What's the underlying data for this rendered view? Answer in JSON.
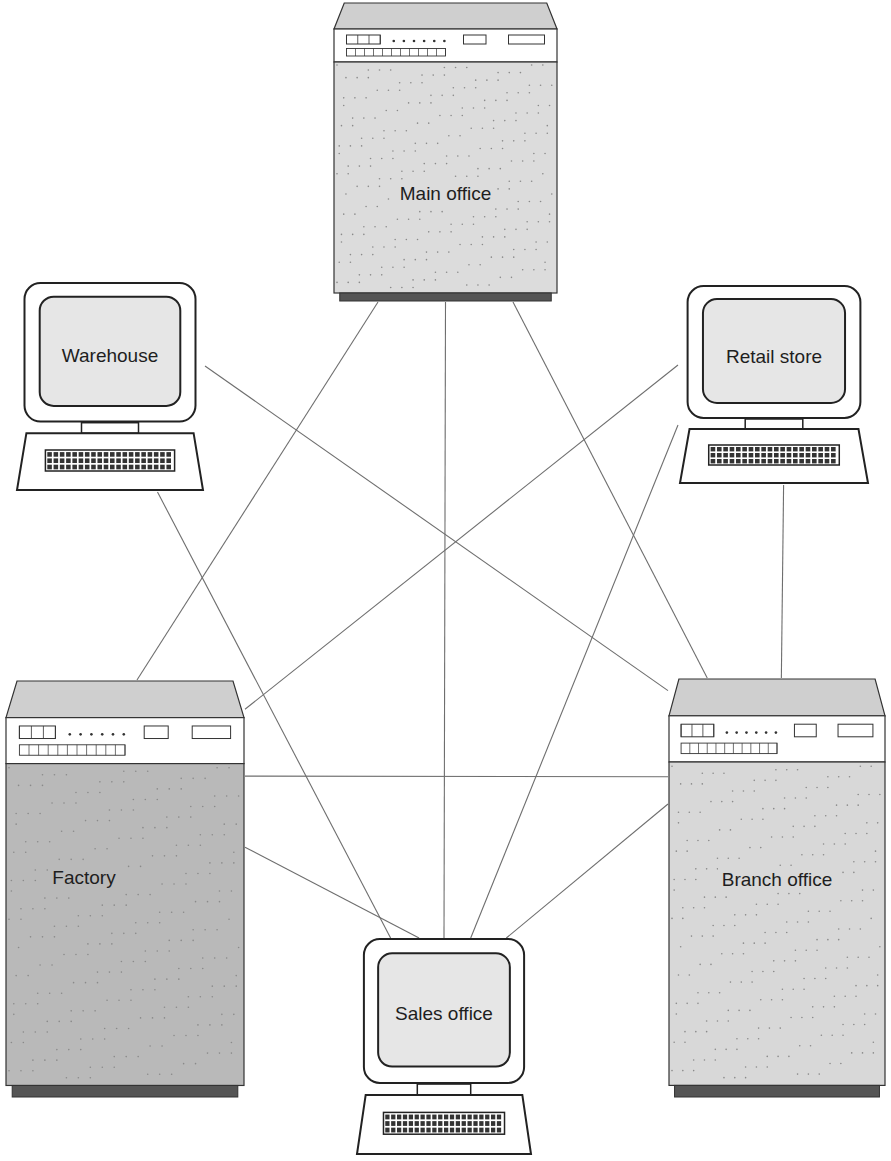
{
  "diagram": {
    "nodes": [
      {
        "text": [
          "Main office"
        ]
      },
      {
        "text": [
          "Warehouse"
        ]
      },
      {
        "text": [
          "Retail store"
        ]
      },
      {
        "text": [
          "Factory"
        ]
      },
      {
        "text": [
          "Branch office"
        ]
      },
      {
        "text": [
          "Sales office"
        ]
      }
    ],
    "edges": [
      {
        "from": 0,
        "to": 3,
        "arrow": "none"
      },
      {
        "from": 0,
        "to": 5,
        "arrow": "none"
      },
      {
        "from": 0,
        "to": 4,
        "arrow": "none"
      },
      {
        "from": 1,
        "to": 4,
        "arrow": "none"
      },
      {
        "from": 1,
        "to": 5,
        "arrow": "none"
      },
      {
        "from": 2,
        "to": 3,
        "arrow": "none"
      },
      {
        "from": 2,
        "to": 5,
        "arrow": "none"
      },
      {
        "from": 2,
        "to": 4,
        "arrow": "none"
      },
      {
        "from": 3,
        "to": 4,
        "arrow": "none"
      },
      {
        "from": 3,
        "to": 5,
        "arrow": "none"
      },
      {
        "from": 5,
        "to": 4,
        "arrow": "none"
      }
    ]
  }
}
